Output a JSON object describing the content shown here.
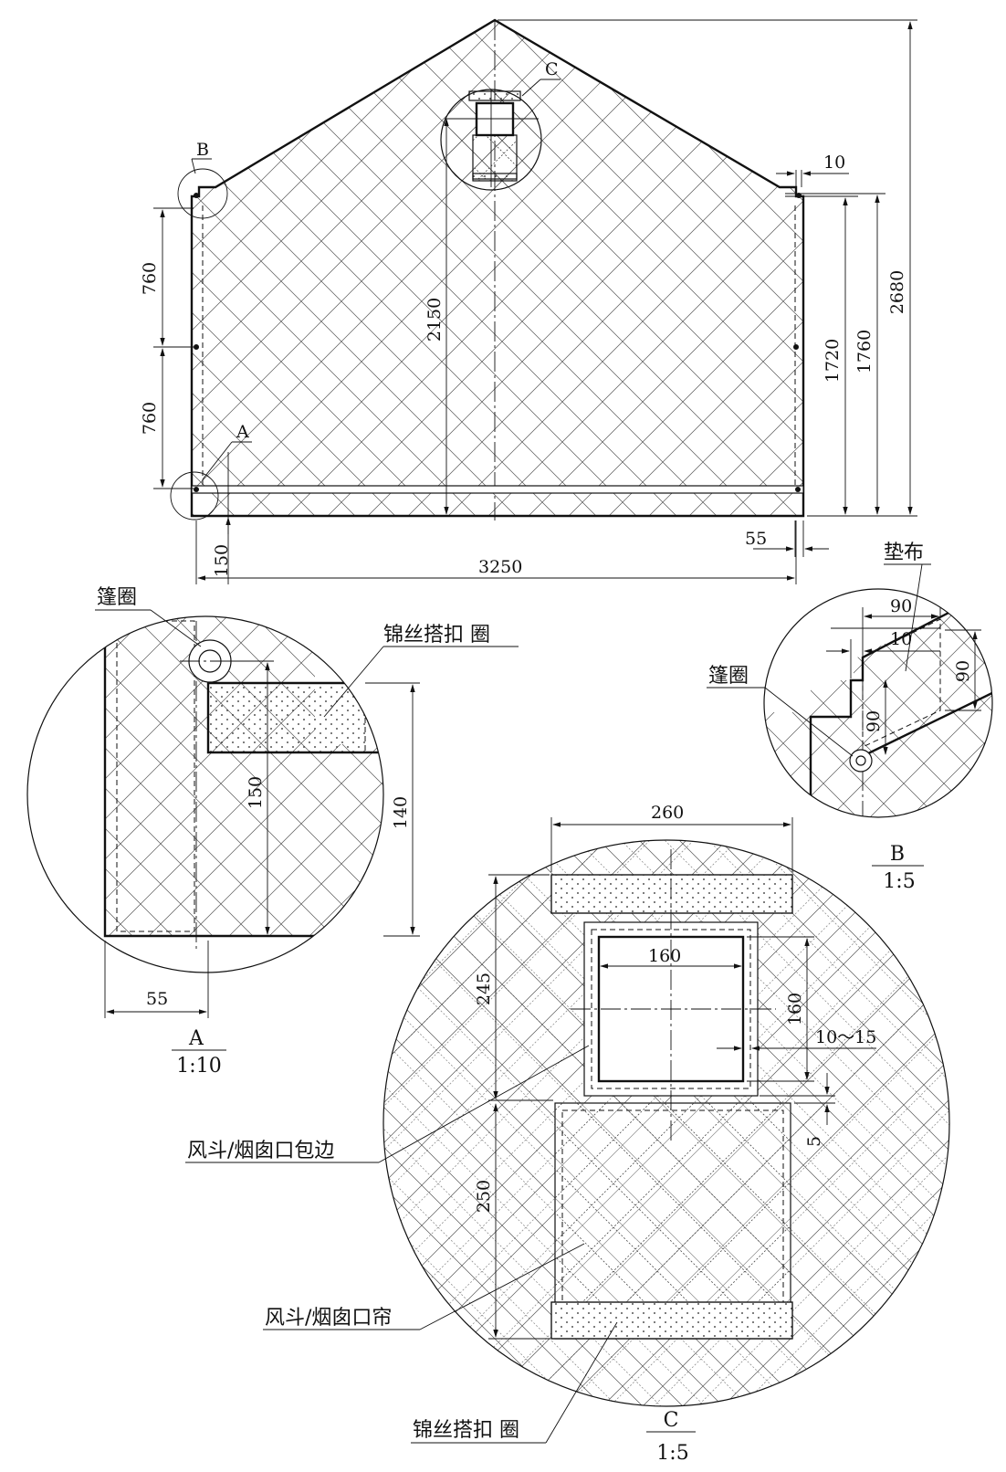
{
  "main_view": {
    "dims": {
      "d760_upper": "760",
      "d760_lower": "760",
      "d2150": "2150",
      "d1720": "1720",
      "d1760": "1760",
      "d2680": "2680",
      "d10": "10",
      "d55": "55",
      "d150": "150",
      "d3250": "3250"
    },
    "callouts": {
      "A": "A",
      "B": "B",
      "C": "C"
    }
  },
  "detail_a": {
    "labels": {
      "grommet": "篷圈",
      "velcro": "锦丝搭扣 圈"
    },
    "dims": {
      "d150": "150",
      "d140": "140",
      "d55": "55"
    },
    "title": "A",
    "scale": "1:10"
  },
  "detail_b": {
    "labels": {
      "pad": "垫布",
      "grommet": "篷圈"
    },
    "dims": {
      "d90_top": "90",
      "d10": "10",
      "d90_right": "90",
      "d90_left": "90"
    },
    "title": "B",
    "scale": "1:5"
  },
  "detail_c": {
    "labels": {
      "edge_binding": "风斗/烟囱口包边",
      "curtain": "风斗/烟囱口帘",
      "velcro": "锦丝搭扣 圈"
    },
    "dims": {
      "d260": "260",
      "d160_w": "160",
      "d160_h": "160",
      "d245": "245",
      "d250": "250",
      "d10_15": "10～15",
      "d5": "5"
    },
    "title": "C",
    "scale": "1:5"
  }
}
